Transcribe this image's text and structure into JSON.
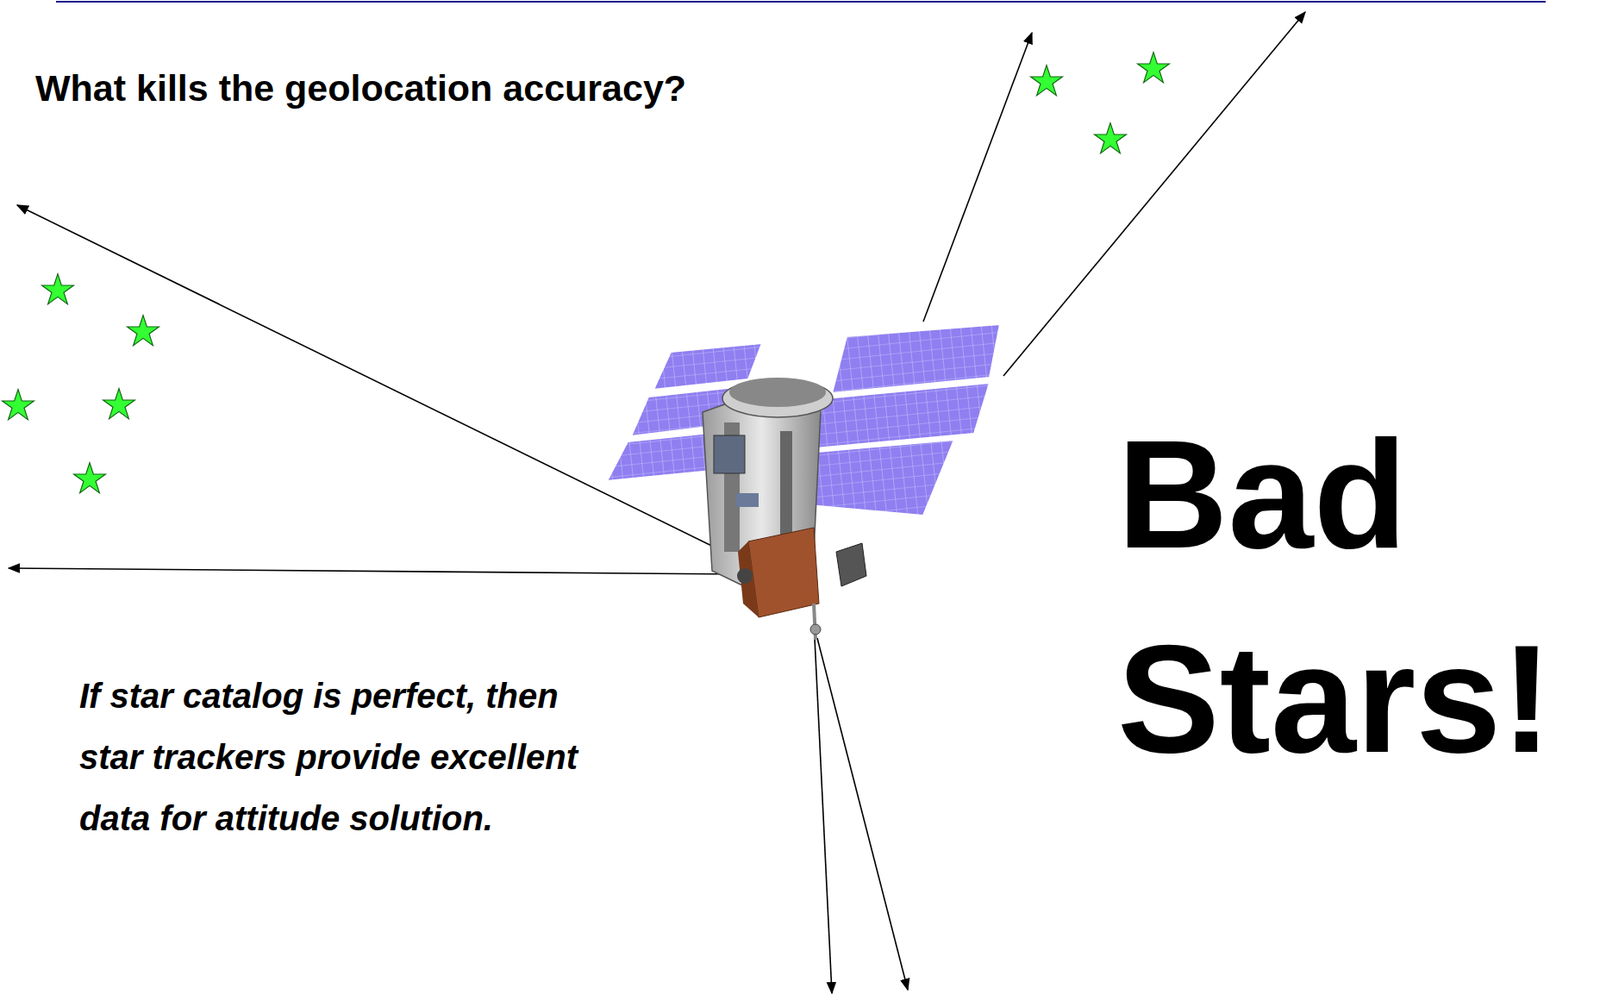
{
  "diagram": {
    "title": "What kills the geolocation accuracy?",
    "labels": [
      "If star catalog is perfect, then star trackers provide excellent data for attitude solution.",
      "Bad Stars!"
    ]
  }
}
